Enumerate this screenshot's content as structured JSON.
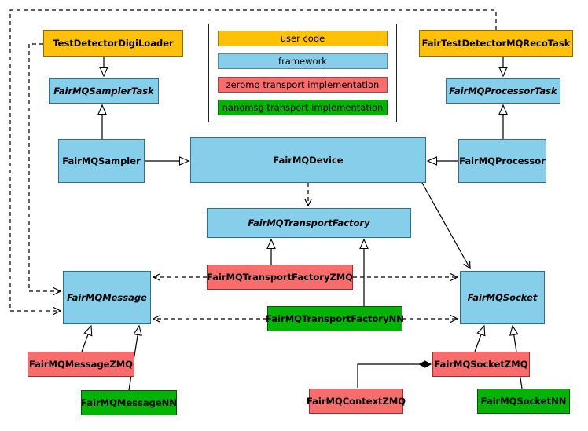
{
  "colors": {
    "user_code": "#ffc107",
    "framework": "#87ceeb",
    "zeromq": "#f86c6c",
    "nanomsg": "#04b404"
  },
  "legend": {
    "items": [
      {
        "label": "user code",
        "category": "user_code"
      },
      {
        "label": "framework",
        "category": "framework"
      },
      {
        "label": "zeromq transport implementation",
        "category": "zeromq"
      },
      {
        "label": "nanomsg transport implementation",
        "category": "nanomsg"
      }
    ]
  },
  "nodes": {
    "tddl": {
      "label": "TestDetectorDigiLoader",
      "category": "user_code",
      "abstract": false
    },
    "recoTask": {
      "label": "FairTestDetectorMQRecoTask",
      "category": "user_code",
      "abstract": false
    },
    "samplerTask": {
      "label": "FairMQSamplerTask",
      "category": "framework",
      "abstract": true
    },
    "processorTask": {
      "label": "FairMQProcessorTask",
      "category": "framework",
      "abstract": true
    },
    "sampler": {
      "label": "FairMQSampler",
      "category": "framework",
      "abstract": false
    },
    "device": {
      "label": "FairMQDevice",
      "category": "framework",
      "abstract": false
    },
    "processor": {
      "label": "FairMQProcessor",
      "category": "framework",
      "abstract": false
    },
    "factory": {
      "label": "FairMQTransportFactory",
      "category": "framework",
      "abstract": true
    },
    "factoryZmq": {
      "label": "FairMQTransportFactoryZMQ",
      "category": "zeromq",
      "abstract": false
    },
    "factoryNn": {
      "label": "FairMQTransportFactoryNN",
      "category": "nanomsg",
      "abstract": false
    },
    "message": {
      "label": "FairMQMessage",
      "category": "framework",
      "abstract": true
    },
    "socket": {
      "label": "FairMQSocket",
      "category": "framework",
      "abstract": true
    },
    "messageZmq": {
      "label": "FairMQMessageZMQ",
      "category": "zeromq",
      "abstract": false
    },
    "messageNn": {
      "label": "FairMQMessageNN",
      "category": "nanomsg",
      "abstract": false
    },
    "contextZmq": {
      "label": "FairMQContextZMQ",
      "category": "zeromq",
      "abstract": false
    },
    "socketZmq": {
      "label": "FairMQSocketZMQ",
      "category": "zeromq",
      "abstract": false
    },
    "socketNn": {
      "label": "FairMQSocketNN",
      "category": "nanomsg",
      "abstract": false
    }
  },
  "edges": [
    {
      "from": "TestDetectorDigiLoader",
      "to": "FairMQSamplerTask",
      "type": "inheritance"
    },
    {
      "from": "FairMQSampler",
      "to": "FairMQSamplerTask",
      "type": "inheritance"
    },
    {
      "from": "FairTestDetectorMQRecoTask",
      "to": "FairMQProcessorTask",
      "type": "inheritance"
    },
    {
      "from": "FairMQProcessor",
      "to": "FairMQProcessorTask",
      "type": "inheritance"
    },
    {
      "from": "FairMQSampler",
      "to": "FairMQDevice",
      "type": "inheritance"
    },
    {
      "from": "FairMQProcessor",
      "to": "FairMQDevice",
      "type": "inheritance"
    },
    {
      "from": "FairMQDevice",
      "to": "FairMQTransportFactory",
      "type": "dependency"
    },
    {
      "from": "FairMQTransportFactoryZMQ",
      "to": "FairMQTransportFactory",
      "type": "inheritance"
    },
    {
      "from": "FairMQTransportFactoryNN",
      "to": "FairMQTransportFactory",
      "type": "inheritance"
    },
    {
      "from": "FairMQTransportFactoryZMQ",
      "to": "FairMQMessage",
      "type": "dependency"
    },
    {
      "from": "FairMQTransportFactoryNN",
      "to": "FairMQMessage",
      "type": "dependency"
    },
    {
      "from": "FairMQTransportFactoryZMQ",
      "to": "FairMQSocket",
      "type": "dependency"
    },
    {
      "from": "FairMQTransportFactoryNN",
      "to": "FairMQSocket",
      "type": "dependency"
    },
    {
      "from": "FairMQDevice",
      "to": "FairMQSocket",
      "type": "association"
    },
    {
      "from": "TestDetectorDigiLoader",
      "to": "FairMQMessage",
      "type": "dependency"
    },
    {
      "from": "FairTestDetectorMQRecoTask",
      "to": "FairMQMessage",
      "type": "dependency"
    },
    {
      "from": "FairMQMessageZMQ",
      "to": "FairMQMessage",
      "type": "inheritance"
    },
    {
      "from": "FairMQMessageNN",
      "to": "FairMQMessage",
      "type": "inheritance"
    },
    {
      "from": "FairMQSocketZMQ",
      "to": "FairMQSocket",
      "type": "inheritance"
    },
    {
      "from": "FairMQSocketNN",
      "to": "FairMQSocket",
      "type": "inheritance"
    },
    {
      "from": "FairMQContextZMQ",
      "to": "FairMQSocketZMQ",
      "type": "composition"
    }
  ]
}
